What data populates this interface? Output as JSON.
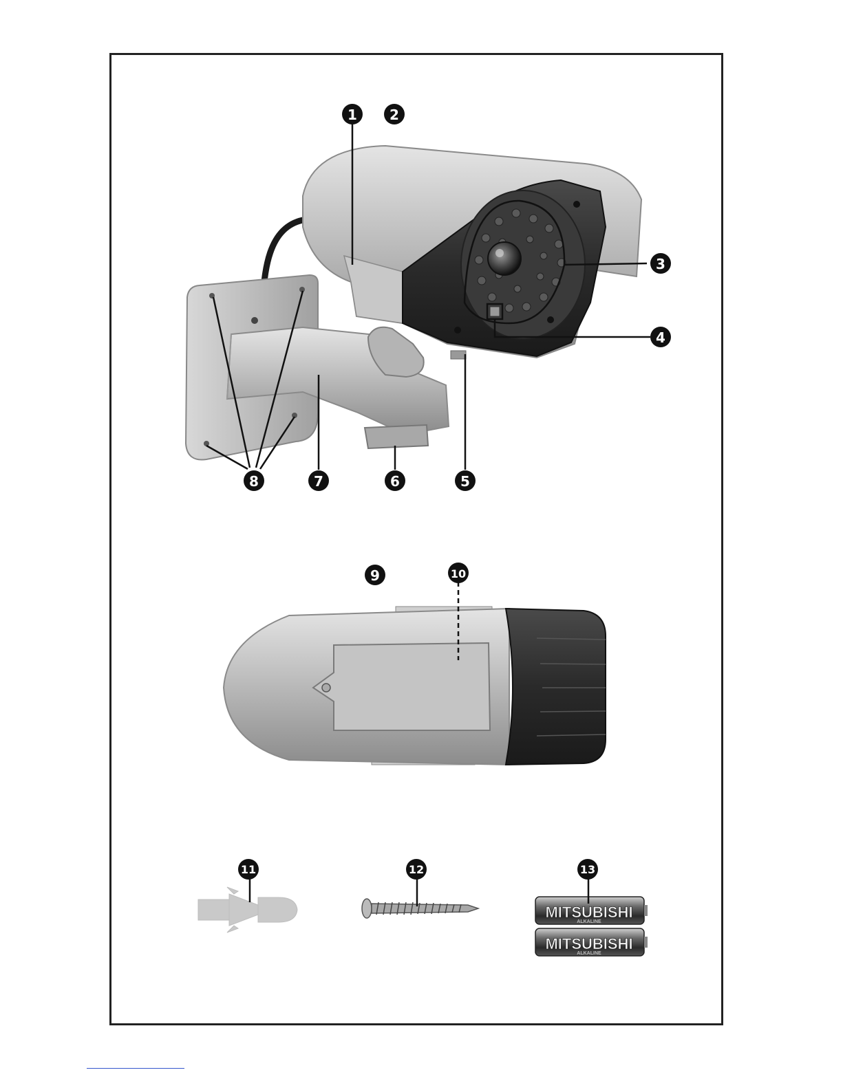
{
  "callouts": [
    {
      "id": "1",
      "label": "1"
    },
    {
      "id": "2",
      "label": "2"
    },
    {
      "id": "3",
      "label": "3"
    },
    {
      "id": "4",
      "label": "4"
    },
    {
      "id": "5",
      "label": "5"
    },
    {
      "id": "6",
      "label": "6"
    },
    {
      "id": "7",
      "label": "7"
    },
    {
      "id": "8",
      "label": "8"
    },
    {
      "id": "9",
      "label": "9"
    },
    {
      "id": "10",
      "label": "10"
    },
    {
      "id": "11",
      "label": "11"
    },
    {
      "id": "12",
      "label": "12"
    },
    {
      "id": "13",
      "label": "13"
    }
  ],
  "battery": {
    "brand": "MITSUBISHI",
    "type": "ALKALINE"
  },
  "colors": {
    "ink": "#111111",
    "silver": "#b9b9b9",
    "dark": "#2a2a2a",
    "frame": "#222222"
  }
}
